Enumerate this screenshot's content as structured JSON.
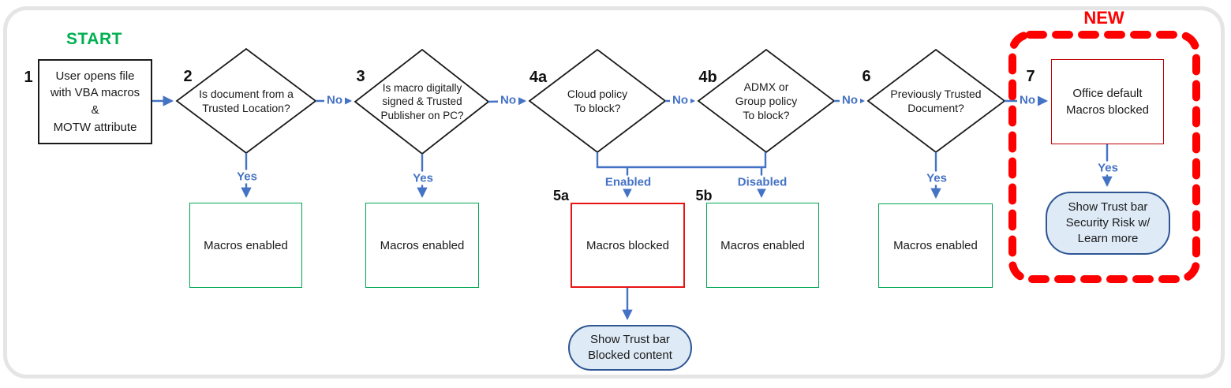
{
  "title": {
    "start": "START",
    "new": "NEW"
  },
  "edge_labels": {
    "no": "No",
    "yes": "Yes",
    "enabled": "Enabled",
    "disabled": "Disabled"
  },
  "nodes": {
    "step1": {
      "num": "1",
      "text": "User opens file\nwith VBA macros\n&\nMOTW attribute"
    },
    "decision2": {
      "num": "2",
      "text": "Is document from a\nTrusted Location?"
    },
    "decision3": {
      "num": "3",
      "text": "Is macro digitally\nsigned & Trusted\nPublisher on PC?"
    },
    "decision4a": {
      "num": "4a",
      "text": "Cloud policy\nTo block?"
    },
    "decision4b": {
      "num": "4b",
      "text": "ADMX or\nGroup policy\nTo block?"
    },
    "decision6": {
      "num": "6",
      "text": "Previously Trusted\nDocument?"
    },
    "step7": {
      "num": "7",
      "text": "Office default\nMacros blocked"
    },
    "result2": {
      "text": "Macros enabled"
    },
    "result3": {
      "text": "Macros enabled"
    },
    "result5a": {
      "num": "5a",
      "text": "Macros blocked"
    },
    "result5b": {
      "num": "5b",
      "text": "Macros enabled"
    },
    "result6": {
      "text": "Macros enabled"
    },
    "trustbar5a": {
      "text": "Show Trust bar\nBlocked content"
    },
    "trustbar7": {
      "text": "Show Trust bar\nSecurity Risk w/\nLearn more"
    }
  },
  "colors": {
    "arrow_blue": "#4472C4",
    "green_border": "#00A652",
    "bright_red": "#FF0000",
    "dark_red": "#C00000",
    "stadium_fill": "#DEEAF6",
    "stadium_border": "#2E5693",
    "start_green": "#00B050",
    "frame_gray": "#E5E5E5"
  }
}
